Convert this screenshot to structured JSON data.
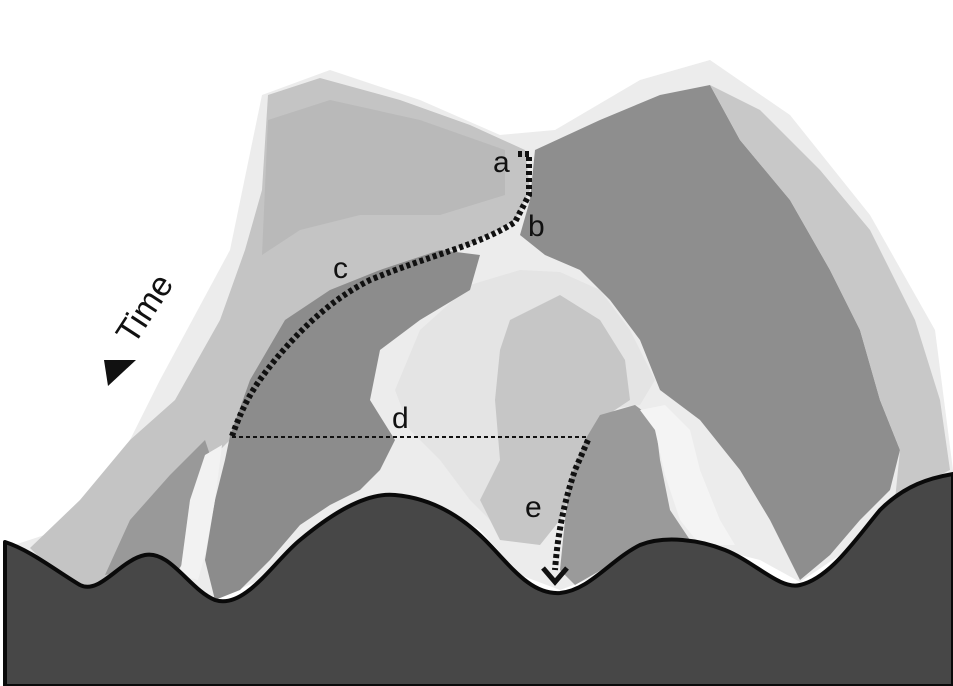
{
  "labels": {
    "a": "a",
    "b": "b",
    "c": "c",
    "d": "d",
    "e": "e",
    "time": "Time"
  },
  "colors": {
    "background": "#ffffff",
    "substrate": "#474747",
    "dark_band": "#8a8a8a",
    "light_band": "#b4b4b4",
    "pale_band": "#d2d2d2",
    "path": "#111111"
  }
}
